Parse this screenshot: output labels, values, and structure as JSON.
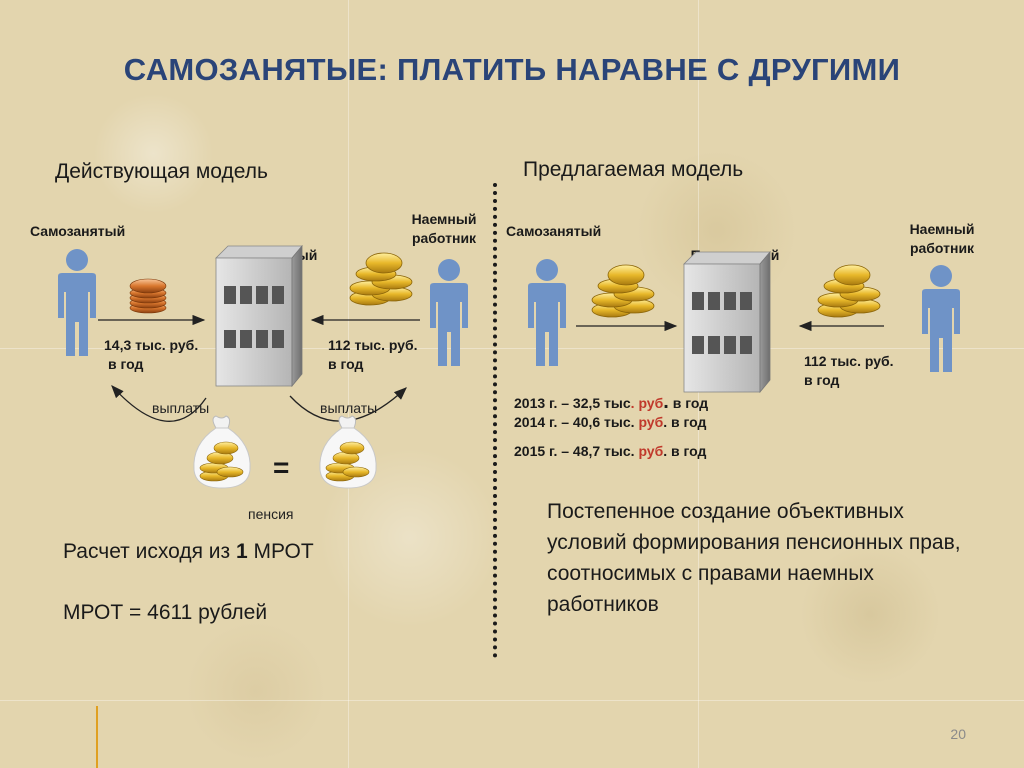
{
  "title": "САМОЗАНЯТЫЕ: ПЛАТИТЬ НАРАВНЕ С ДРУГИМИ",
  "left": {
    "heading": "Действующая модель",
    "self_employed": "Самозанятый",
    "employee": "Наемный работник",
    "fund": "Пенсионный фонд",
    "self_pay_line1": "14,3 тыс. руб.",
    "self_pay_line2": "в год",
    "emp_pay_line1": "112 тыс. руб.",
    "emp_pay_line2": "в год",
    "payout_left": "выплаты",
    "payout_right": "выплаты",
    "equals": "=",
    "pension": "пенсия",
    "calc_prefix": "Расчет исходя из ",
    "calc_bold": "1",
    "calc_suffix": " МРОТ",
    "mrot": "МРОТ = 4611 рублей"
  },
  "right": {
    "heading": "Предлагаемая модель",
    "self_employed": "Самозанятый",
    "employee": "Наемный работник",
    "fund": "Пенсионный фонд",
    "emp_pay_line1": "112 тыс. руб.",
    "emp_pay_line2": "в год",
    "years": [
      {
        "a": "2013 г. – 32,5 тыс",
        "dot1": ". ",
        "rub": "руб",
        "dot2": ".",
        "b": " в год"
      },
      {
        "a": "2014 г. – 40,6 тыс. ",
        "dot1": "",
        "rub": "руб",
        "dot2": ".",
        "b": " в год"
      },
      {
        "a": "2015 г. – 48,7 тыс. ",
        "dot1": "",
        "rub": "руб",
        "dot2": ".",
        "b": "  в год"
      }
    ],
    "description": "Постепенное создание объективных условий формирования пенсионных прав, соотносимых с правами наемных работников"
  },
  "slide_number": "20",
  "colors": {
    "title": "#2a4478",
    "person": "#6f93c7",
    "rub": "#c0392b",
    "coin": "#e8b82a"
  }
}
